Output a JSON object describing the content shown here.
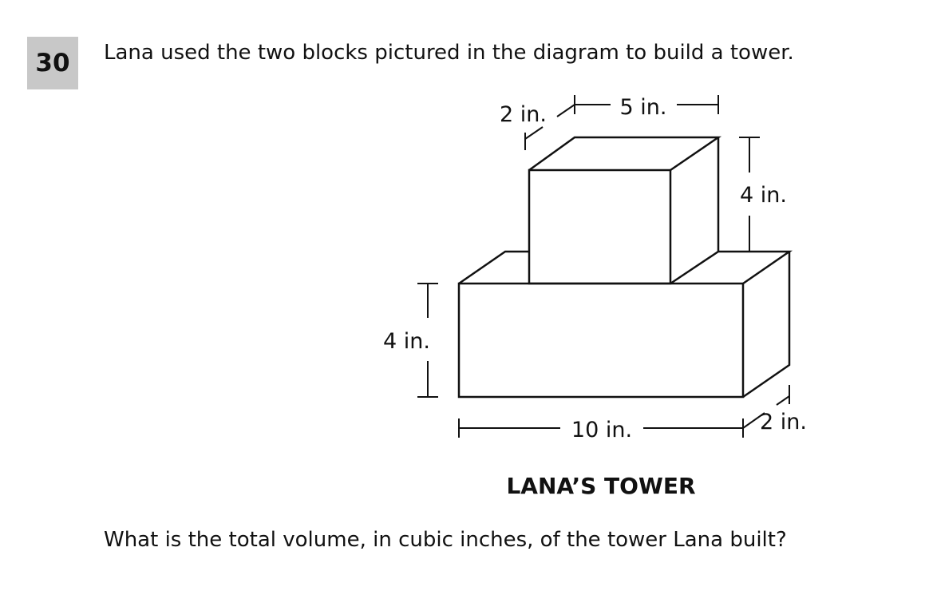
{
  "question": {
    "number": "30",
    "prompt": "Lana used the two blocks pictured in the diagram to build a tower.",
    "ask": "What is the total volume, in cubic inches, of the tower Lana built?"
  },
  "diagram": {
    "caption": "LANA’S TOWER",
    "top_block": {
      "depth_label": "2 in.",
      "width_label": "5 in.",
      "height_label": "4 in."
    },
    "bottom_block": {
      "height_label": "4 in.",
      "width_label": "10 in.",
      "depth_label": "2 in."
    }
  }
}
